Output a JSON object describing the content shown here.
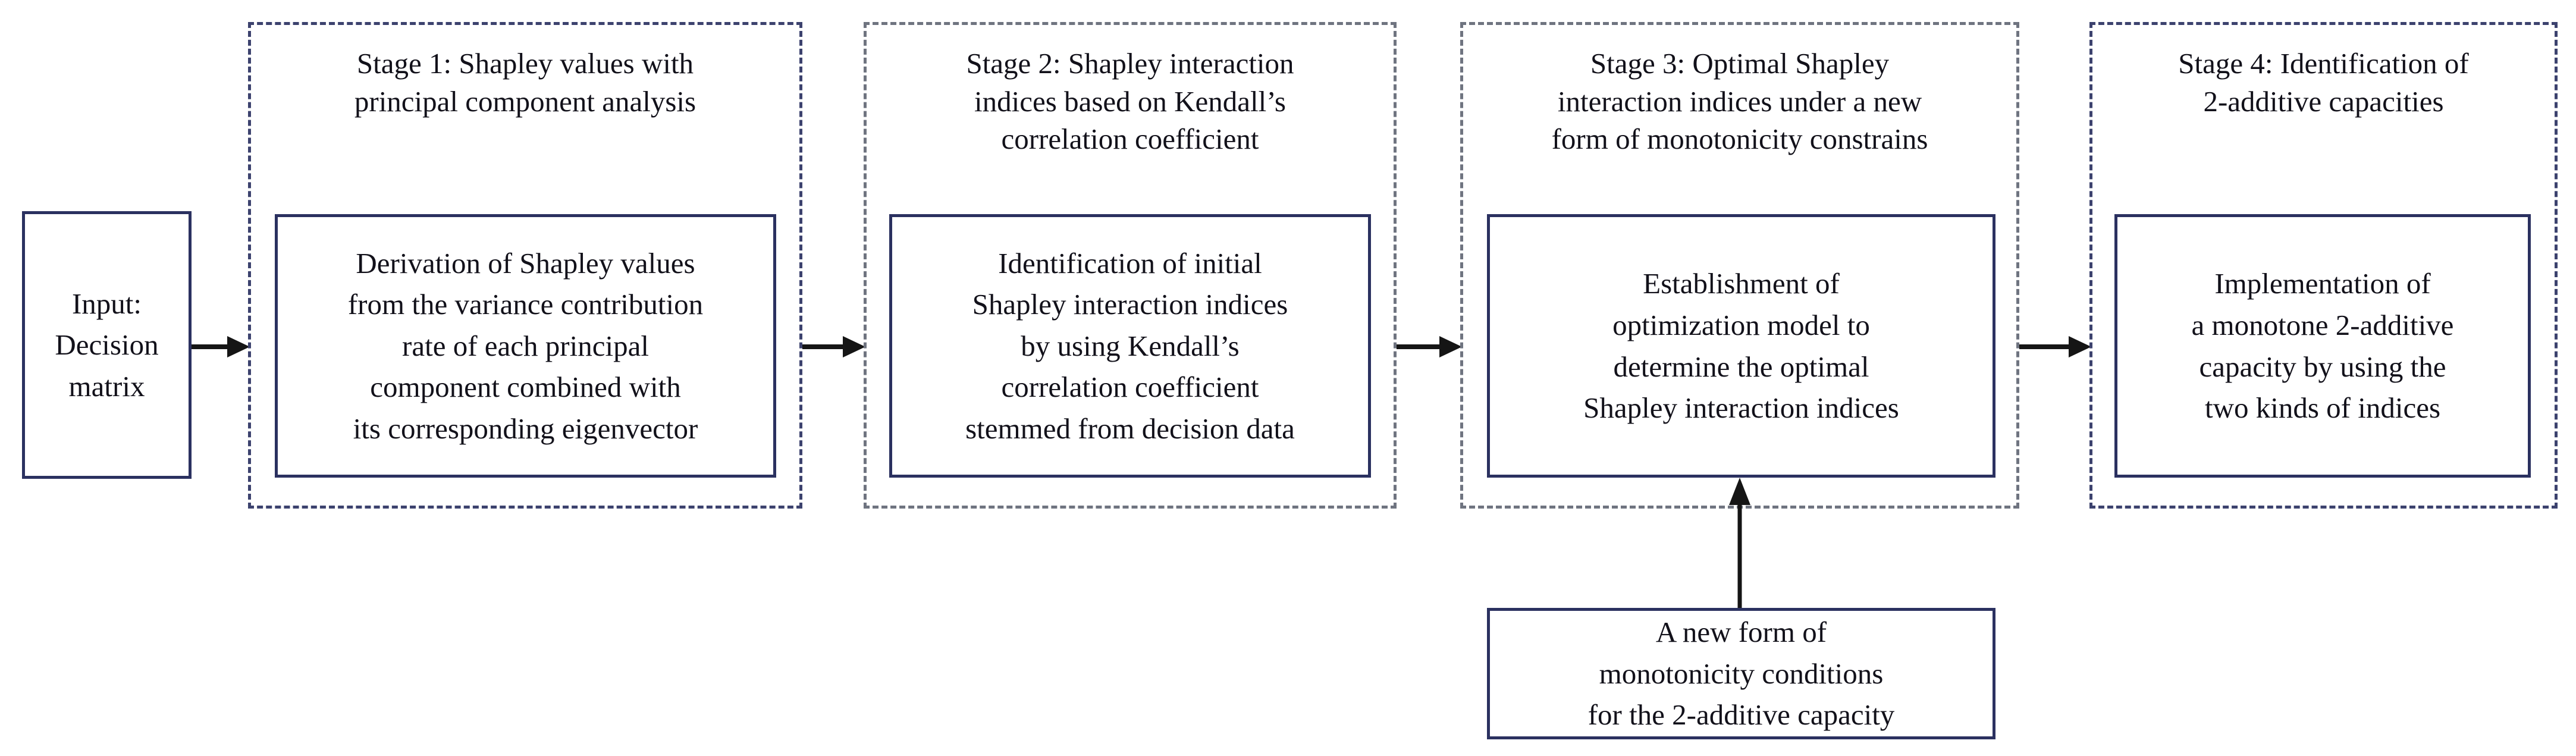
{
  "diagram": {
    "title": "Four-stage Shapley value methodology flowchart",
    "colors": {
      "solid_border": "#2b3160",
      "dashed_border_navy": "#3c426e",
      "dashed_border_gray": "#6f7480",
      "arrow": "#151515",
      "text": "#12111a",
      "background": "#ffffff"
    },
    "input": {
      "label": "Input:\nDecision\nmatrix"
    },
    "stages": [
      {
        "id": "stage-1",
        "title": "Stage 1: Shapley values with\nprincipal component analysis",
        "body": "Derivation of Shapley values\nfrom the variance contribution\nrate of each principal\ncomponent combined with\nits corresponding eigenvector"
      },
      {
        "id": "stage-2",
        "title": "Stage 2: Shapley interaction\nindices based on Kendall’s\ncorrelation coefficient",
        "body": "Identification of initial\nShapley interaction indices\nby using Kendall’s\ncorrelation coefficient\nstemmed from decision data"
      },
      {
        "id": "stage-3",
        "title": "Stage 3: Optimal Shapley\ninteraction indices under a new\nform of monotonicity constrains",
        "body": "Establishment of\noptimization model to\ndetermine the optimal\nShapley interaction indices"
      },
      {
        "id": "stage-4",
        "title": "Stage 4: Identification of\n2-additive capacities",
        "body": "Implementation of\na monotone 2-additive\ncapacity by using the\ntwo kinds of indices"
      }
    ],
    "support_box": {
      "label": "A new form of\nmonotonicity conditions\nfor the 2-additive capacity"
    },
    "arrows": [
      {
        "id": "arrow-input-stage1",
        "direction": "right"
      },
      {
        "id": "arrow-stage1-stage2",
        "direction": "right"
      },
      {
        "id": "arrow-stage2-stage3",
        "direction": "right"
      },
      {
        "id": "arrow-stage3-stage4",
        "direction": "right"
      },
      {
        "id": "arrow-support-stage3",
        "direction": "up"
      }
    ]
  }
}
